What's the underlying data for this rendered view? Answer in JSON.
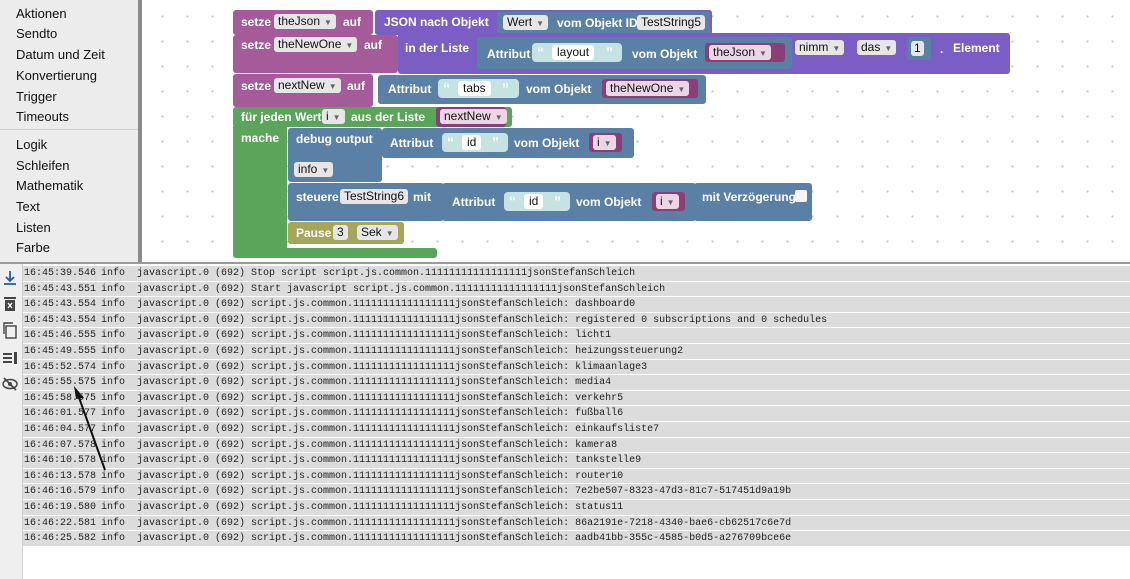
{
  "toolbox": {
    "categories_top": [
      "Aktionen",
      "Sendto",
      "Datum und Zeit",
      "Konvertierung",
      "Trigger",
      "Timeouts"
    ],
    "categories_bottom": [
      "Logik",
      "Schleifen",
      "Mathematik",
      "Text",
      "Listen",
      "Farbe"
    ]
  },
  "blocks": {
    "b1": {
      "setze": "setze",
      "var": "theJson",
      "auf": "auf",
      "json": "JSON nach Objekt",
      "wert": "Wert",
      "vom_id": "vom Objekt ID",
      "obj": "TestString5"
    },
    "b2": {
      "setze": "setze",
      "var": "theNewOne",
      "auf": "auf",
      "in_liste": "in der Liste",
      "attribut": "Attribut",
      "str": "layout",
      "vom_obj": "vom Objekt",
      "obj": "theJson",
      "nimm": "nimm",
      "das": "das",
      "num": "1",
      "dot": ".",
      "element": "Element"
    },
    "b3": {
      "setze": "setze",
      "var": "nextNew",
      "auf": "auf",
      "attribut": "Attribut",
      "str": "tabs",
      "vom_obj": "vom Objekt",
      "obj": "theNewOne"
    },
    "b4": {
      "fuer": "für jeden Wert",
      "var": "i",
      "aus": "aus der Liste",
      "list": "nextNew",
      "mache": "mache"
    },
    "b5": {
      "debug": "debug output",
      "attribut": "Attribut",
      "str": "id",
      "vom_obj": "vom Objekt",
      "obj": "i",
      "level": "info"
    },
    "b6": {
      "steuere": "steuere",
      "obj": "TestString6",
      "mit": "mit",
      "attribut": "Attribut",
      "str": "id",
      "vom_obj": "vom Objekt",
      "var": "i",
      "verz": "mit Verzögerung"
    },
    "b7": {
      "pause": "Pause",
      "num": "3",
      "unit": "Sek"
    }
  },
  "log": [
    {
      "t": "16:45:39.546",
      "l": "info",
      "m": "javascript.0 (692) Stop script script.js.common.11111111111111111jsonStefanSchleich"
    },
    {
      "t": "16:45:43.551",
      "l": "info",
      "m": "javascript.0 (692) Start javascript script.js.common.11111111111111111jsonStefanSchleich"
    },
    {
      "t": "16:45:43.554",
      "l": "info",
      "m": "javascript.0 (692) script.js.common.11111111111111111jsonStefanSchleich: dashboard0"
    },
    {
      "t": "16:45:43.554",
      "l": "info",
      "m": "javascript.0 (692) script.js.common.11111111111111111jsonStefanSchleich: registered 0 subscriptions and 0 schedules"
    },
    {
      "t": "16:45:46.555",
      "l": "info",
      "m": "javascript.0 (692) script.js.common.11111111111111111jsonStefanSchleich: licht1"
    },
    {
      "t": "16:45:49.555",
      "l": "info",
      "m": "javascript.0 (692) script.js.common.11111111111111111jsonStefanSchleich: heizungssteuerung2"
    },
    {
      "t": "16:45:52.574",
      "l": "info",
      "m": "javascript.0 (692) script.js.common.11111111111111111jsonStefanSchleich: klimaanlage3"
    },
    {
      "t": "16:45:55.575",
      "l": "info",
      "m": "javascript.0 (692) script.js.common.11111111111111111jsonStefanSchleich: media4"
    },
    {
      "t": "16:45:58.575",
      "l": "info",
      "m": "javascript.0 (692) script.js.common.11111111111111111jsonStefanSchleich: verkehr5"
    },
    {
      "t": "16:46:01.577",
      "l": "info",
      "m": "javascript.0 (692) script.js.common.11111111111111111jsonStefanSchleich: fußball6"
    },
    {
      "t": "16:46:04.577",
      "l": "info",
      "m": "javascript.0 (692) script.js.common.11111111111111111jsonStefanSchleich: einkaufsliste7"
    },
    {
      "t": "16:46:07.578",
      "l": "info",
      "m": "javascript.0 (692) script.js.common.11111111111111111jsonStefanSchleich: kamera8"
    },
    {
      "t": "16:46:10.578",
      "l": "info",
      "m": "javascript.0 (692) script.js.common.11111111111111111jsonStefanSchleich: tankstelle9"
    },
    {
      "t": "16:46:13.578",
      "l": "info",
      "m": "javascript.0 (692) script.js.common.11111111111111111jsonStefanSchleich: router10"
    },
    {
      "t": "16:46:16.579",
      "l": "info",
      "m": "javascript.0 (692) script.js.common.11111111111111111jsonStefanSchleich: 7e2be507-8323-47d3-81c7-517451d9a19b"
    },
    {
      "t": "16:46:19.580",
      "l": "info",
      "m": "javascript.0 (692) script.js.common.11111111111111111jsonStefanSchleich: status11"
    },
    {
      "t": "16:46:22.581",
      "l": "info",
      "m": "javascript.0 (692) script.js.common.11111111111111111jsonStefanSchleich: 86a2191e-7218-4340-bae6-cb62517c6e7d"
    },
    {
      "t": "16:46:25.582",
      "l": "info",
      "m": "javascript.0 (692) script.js.common.11111111111111111jsonStefanSchleich: aadb41bb-355c-4585-b0d5-a276709bce6e"
    }
  ],
  "log_tools": [
    "scroll-to-bottom-icon",
    "clear-log-icon",
    "copy-log-icon",
    "toggle-columns-icon",
    "hide-icon"
  ]
}
